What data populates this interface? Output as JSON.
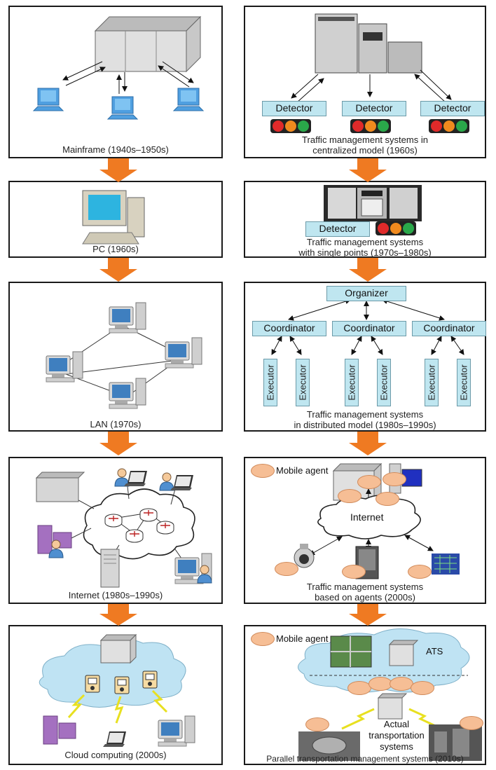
{
  "left": {
    "panels": [
      {
        "caption": "Mainframe (1940s–1950s)"
      },
      {
        "caption": "PC (1960s)"
      },
      {
        "caption": "LAN (1970s)"
      },
      {
        "caption": "Internet (1980s–1990s)"
      },
      {
        "caption": "Cloud computing (2000s)"
      }
    ]
  },
  "right": {
    "p1": {
      "detectors": [
        "Detector",
        "Detector",
        "Detector"
      ],
      "caption_l1": "Traffic management systems in",
      "caption_l2": "centralized model (1960s)"
    },
    "p2": {
      "detector": "Detector",
      "caption_l1": "Traffic management systems",
      "caption_l2": "with single points (1970s–1980s)"
    },
    "p3": {
      "organizer": "Organizer",
      "coordinators": [
        "Coordinator",
        "Coordinator",
        "Coordinator"
      ],
      "executor": "Executor",
      "caption_l1": "Traffic management systems",
      "caption_l2": "in distributed model (1980s–1990s)"
    },
    "p4": {
      "mobile_agent": "Mobile agent",
      "internet": "Internet",
      "caption_l1": "Traffic management systems",
      "caption_l2": "based on agents (2000s)"
    },
    "p5": {
      "mobile_agent": "Mobile agent",
      "ats": "ATS",
      "actual_l1": "Actual",
      "actual_l2": "transportation",
      "actual_l3": "systems",
      "caption": "Parallel transportation management systems (2010s)"
    }
  },
  "colors": {
    "arrow": "#ef7a22",
    "box_fill": "#bfe6f0",
    "agent": "#f6be95",
    "monitor": "#3f8fd0"
  }
}
